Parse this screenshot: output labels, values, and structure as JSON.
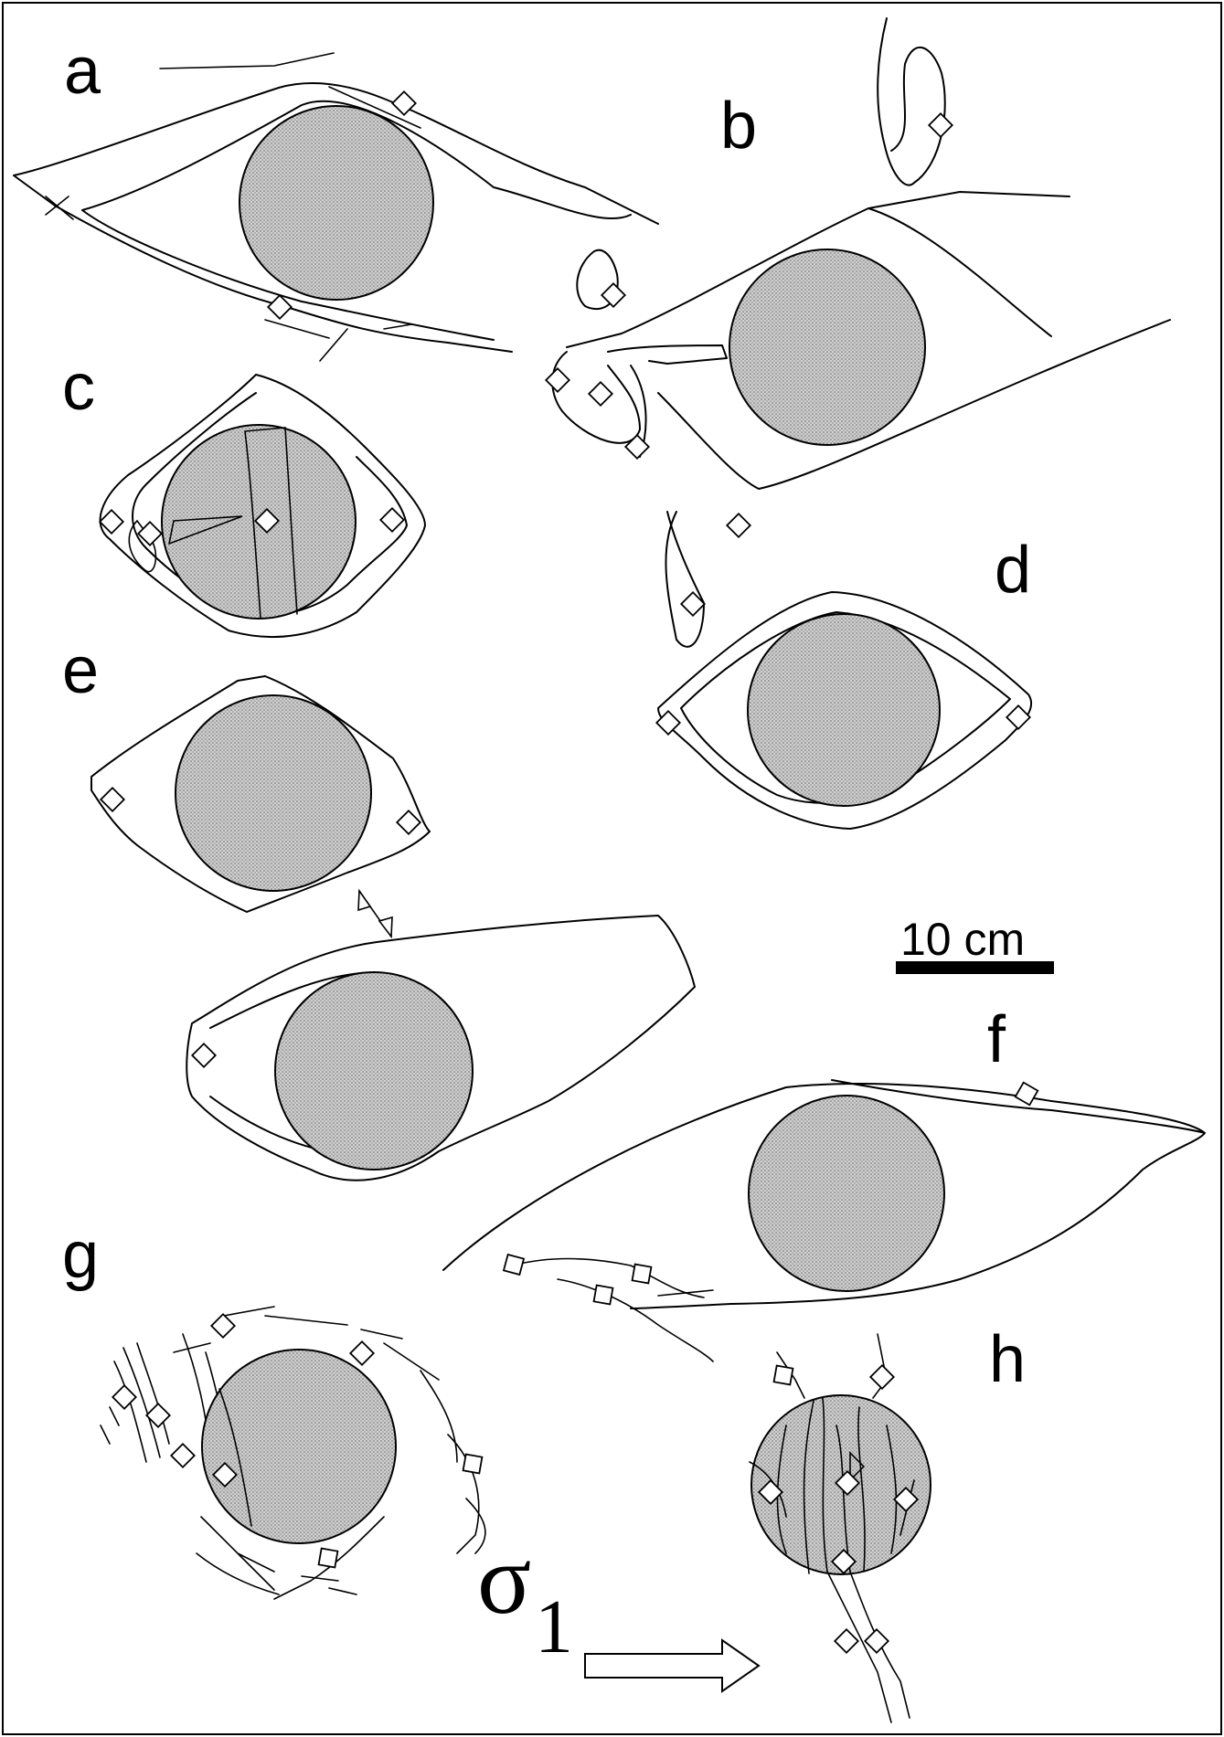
{
  "panels": {
    "a": "a",
    "b": "b",
    "c": "c",
    "d": "d",
    "e": "e",
    "f": "f",
    "g": "g",
    "h": "h"
  },
  "scale_bar": {
    "label": "10 cm"
  },
  "stress": {
    "symbol": "σ",
    "subscript": "1"
  },
  "colors": {
    "clast_fill": "#c8c8c8",
    "line": "#000000",
    "background": "#ffffff"
  }
}
